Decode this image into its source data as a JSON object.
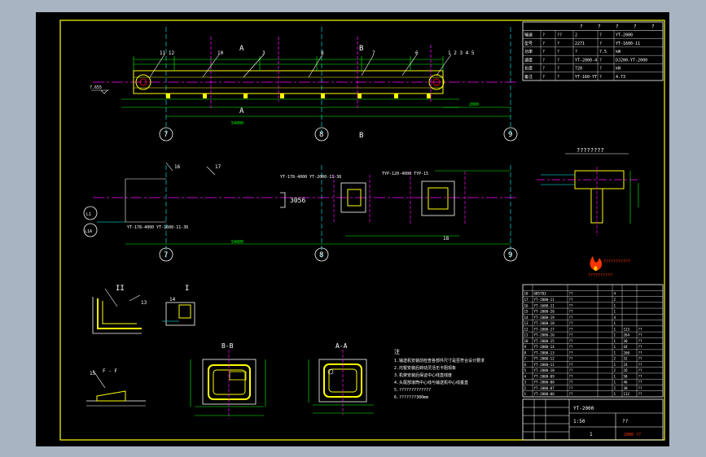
{
  "drawing": {
    "axis_labels": [
      "7",
      "8",
      "9"
    ],
    "section_marks": [
      "A",
      "B"
    ],
    "item_callouts_top": [
      "11 12",
      "10",
      "3",
      "8",
      "7",
      "6",
      "1 2 3 4 5"
    ],
    "item_callouts_mid": [
      "16",
      "17",
      "18"
    ],
    "level_mark": "7.655",
    "drive_circles": [
      "L1",
      "L1A"
    ],
    "dim_total_top": "54000",
    "dim_total_bottom": "54000",
    "dim_short": "2000",
    "note_mid_left": "YT-178-4000 YT-1600-11-36",
    "note_mid_center": "YT-178-4000 YT-2000-11-36",
    "note_mid_right": "TYP-120-4000 TYP-15",
    "mid_label": "3056",
    "side_view_title": "????????",
    "logo_text": "???????????",
    "logo_sub": "??????????",
    "detail_II": "II",
    "detail_I": "I",
    "detail_FF": "F - F",
    "section_BB": "B-B",
    "section_AA": "A-A",
    "detail_ref_13": "13",
    "detail_ref_14": "14",
    "detail_ref_15": "15",
    "notes_title": "注",
    "notes": [
      "1.输送机安装前检查各部件尺寸是否符合设计要求",
      "2.托辊安装后转动灵活无卡阻现象",
      "3.机架安装后保证中心线直线度",
      "4.头尾部滚筒中心线与输送机中心线垂直",
      "5.?????????????",
      "6.???????300mm"
    ]
  },
  "title_block_top": {
    "header": [
      "?",
      "?",
      "?",
      "?",
      "?"
    ],
    "rows": [
      [
        "输送",
        "?",
        "??",
        "2",
        "?",
        "YT-2000"
      ],
      [
        "型号",
        "?",
        "?",
        "2271",
        "?",
        "YT-1600-11"
      ],
      [
        "功率",
        "?",
        "?",
        "?",
        "7.5",
        "kW"
      ],
      [
        "速度",
        "?",
        "?",
        "YT-2000-4",
        "?",
        "DJ200-YT-2000"
      ],
      [
        "长度",
        "?",
        "?",
        "720",
        "?",
        "kN"
      ],
      [
        "备注",
        "?",
        "?",
        "YT-160-YT",
        "?",
        "4.73"
      ]
    ]
  },
  "parts_list": {
    "rows": [
      [
        "18",
        "GB5783",
        "??",
        "",
        "4",
        "",
        ""
      ],
      [
        "17",
        "YT-2000-11",
        "??",
        "",
        "2",
        "",
        ""
      ],
      [
        "16",
        "YT-1600-11",
        "??",
        "",
        "1",
        "",
        ""
      ],
      [
        "15",
        "YT-2000-20",
        "??",
        "",
        "1",
        "",
        ""
      ],
      [
        "14",
        "YT-2000-19",
        "??",
        "",
        "4",
        "",
        ""
      ],
      [
        "13",
        "YT-2000-18",
        "??",
        "",
        "1",
        "",
        ""
      ],
      [
        "12",
        "YT-2000-17",
        "??",
        "",
        "1",
        "123",
        "??"
      ],
      [
        "11",
        "YT-2000-16",
        "??",
        "",
        "1",
        "264",
        "??"
      ],
      [
        "10",
        "YT-2000-15",
        "??",
        "",
        "1",
        "30",
        "??"
      ],
      [
        "9",
        "YT-2000-14",
        "??",
        "",
        "1",
        "44",
        "??"
      ],
      [
        "8",
        "YT-2000-13",
        "??",
        "",
        "1",
        "260",
        "??"
      ],
      [
        "7",
        "YT-2000-12",
        "??",
        "",
        "2",
        "32",
        "??"
      ],
      [
        "6",
        "YT-2000-11",
        "??",
        "",
        "1",
        "24",
        "??"
      ],
      [
        "5",
        "YT-2000-10",
        "??",
        "",
        "2",
        "26",
        "??"
      ],
      [
        "4",
        "YT-2000-09",
        "??",
        "",
        "1",
        "58",
        "??"
      ],
      [
        "3",
        "YT-2000-08",
        "??",
        "",
        "1",
        "46",
        "??"
      ],
      [
        "2",
        "YT-2000-07",
        "??",
        "",
        "2",
        "38",
        "??"
      ],
      [
        "1",
        "YT-2000-06",
        "??",
        "",
        "1",
        "112",
        "??"
      ]
    ]
  },
  "title_block_bottom": {
    "name": "YT-2000",
    "scale": "1:50",
    "sheet": "1",
    "project": "??",
    "stamp": "2000 ??"
  }
}
